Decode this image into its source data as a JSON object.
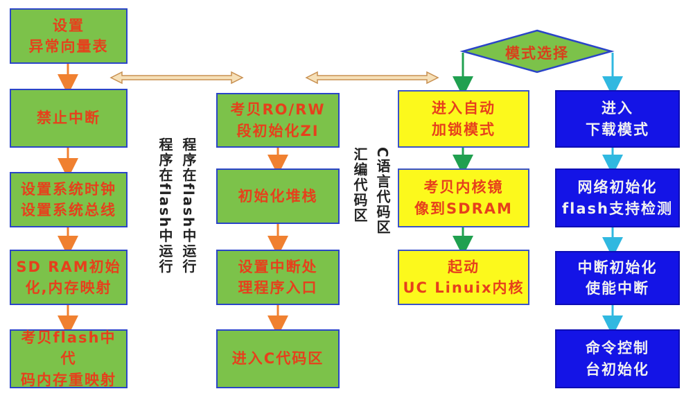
{
  "colors": {
    "green_fill": "#7cc24a",
    "yellow_fill": "#fcf91c",
    "blue_fill": "#1414e6",
    "red_text": "#e6401c",
    "orange_arrow": "#f08030",
    "green_arrow": "#20a050",
    "cyan_arrow": "#30b8e0"
  },
  "col1": [
    "设置\n异常向量表",
    "禁止中断",
    "设置系统时钟\n设置系统总线",
    "SD RAM初始\n化,内存映射",
    "考贝flash中代\n码内存重映射"
  ],
  "col2": [
    "考贝RO/RW\n段初始化ZI",
    "初始化堆栈",
    "设置中断处\n理程序入口",
    "进入C代码区"
  ],
  "col3": [
    "进入自动\n加锁模式",
    "考贝内核镜\n像到SDRAM",
    "起动\nUC Linuix内核"
  ],
  "col4": [
    "进入\n下载模式",
    "网络初始化\nflash支持检测",
    "中断初始化\n使能中断",
    "命令控制\n台初始化"
  ],
  "diamond": "模式选择",
  "vertical_labels": {
    "run_in_flash_1": "程序在flash中运行",
    "run_in_flash_2": "程序在flash中运行",
    "asm_code": "汇编代码区",
    "c_code": "C语言代码区"
  }
}
